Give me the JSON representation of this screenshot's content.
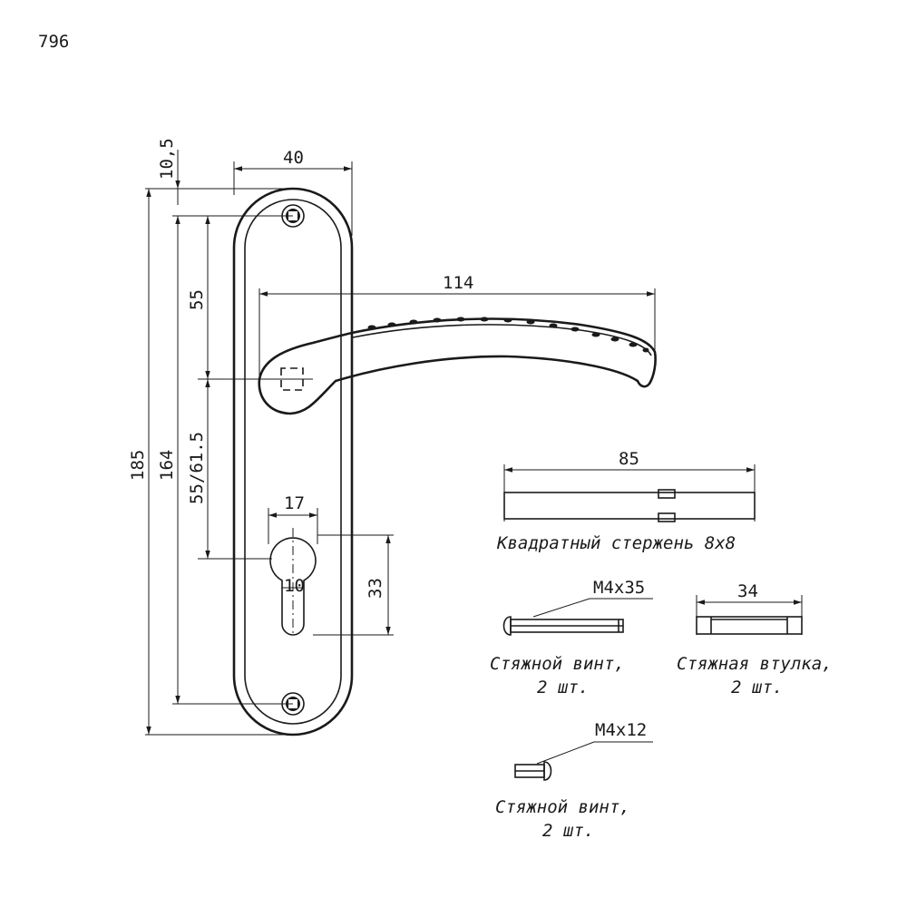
{
  "page_number": "796",
  "dimensions": {
    "d_10_5": "10,5",
    "d_40": "40",
    "d_185": "185",
    "d_164": "164",
    "d_55": "55",
    "d_55_61_5": "55/61.5",
    "d_114": "114",
    "d_17": "17",
    "d_10": "10",
    "d_33": "33",
    "d_85": "85",
    "d_34": "34"
  },
  "parts": {
    "square_rod": {
      "label": "Квадратный стержень 8х8"
    },
    "screw_long": {
      "spec": "М4х35",
      "label_line1": "Стяжной винт,",
      "label_line2": "2 шт."
    },
    "sleeve": {
      "label_line1": "Стяжная втулка,",
      "label_line2": "2 шт."
    },
    "screw_short": {
      "spec": "М4х12",
      "label_line1": "Стяжной винт,",
      "label_line2": "2 шт."
    }
  }
}
